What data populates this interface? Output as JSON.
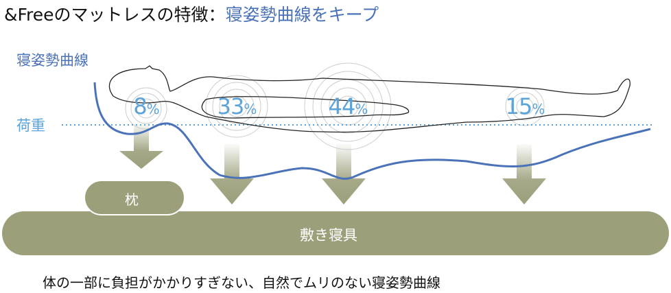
{
  "title": {
    "prefix": "&Freeのマットレスの特徴：",
    "highlight": "寝姿勢曲線をキープ"
  },
  "labels": {
    "curve": "寝姿勢曲線",
    "load": "荷重"
  },
  "load_points": [
    {
      "part": "head",
      "value": "8",
      "unit": "%"
    },
    {
      "part": "back",
      "value": "33",
      "unit": "%"
    },
    {
      "part": "hips",
      "value": "44",
      "unit": "%"
    },
    {
      "part": "legs",
      "value": "15",
      "unit": "%"
    }
  ],
  "pillow": "枕",
  "mattress": "敷き寝具",
  "caption": "体の一部に負担がかかりすぎない、自然でムリのない寝姿勢曲線",
  "colors": {
    "curve": "#4a72b8",
    "load": "#5ba3d9",
    "olive": "#9c9f7a"
  }
}
